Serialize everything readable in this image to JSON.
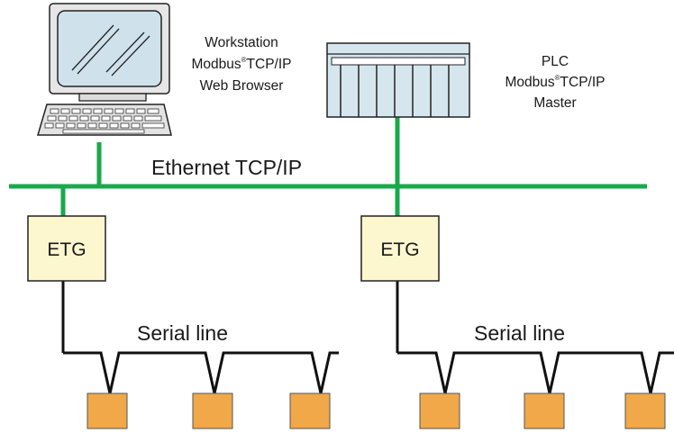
{
  "workstation": {
    "line1": "Workstation",
    "line2_prefix": "Modbus",
    "line2_sup": "®",
    "line2_suffix": "TCP/IP",
    "line3": "Web Browser"
  },
  "plc": {
    "line1": "PLC",
    "line2_prefix": "Modbus",
    "line2_sup": "®",
    "line2_suffix": "TCP/IP",
    "line3": "Master"
  },
  "network": {
    "label": "Ethernet TCP/IP"
  },
  "gateways": [
    {
      "label": "ETG"
    },
    {
      "label": "ETG"
    }
  ],
  "serial_lines": [
    {
      "label": "Serial line"
    },
    {
      "label": "Serial line"
    }
  ],
  "colors": {
    "ethernet": "#1aa84c",
    "serial": "#111111",
    "gateway_fill": "#fdf7cf",
    "device_fill": "#f0a848",
    "plc_fill": "#d6e6ef",
    "monitor_screen": "#cfe2ec"
  }
}
